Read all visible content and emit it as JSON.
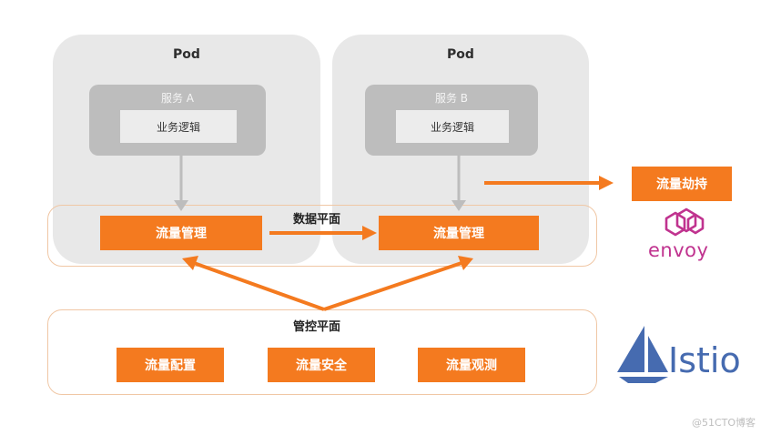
{
  "pods": [
    {
      "title": "Pod",
      "service": "服务 A",
      "logic": "业务逻辑",
      "traffic": "流量管理"
    },
    {
      "title": "Pod",
      "service": "服务 B",
      "logic": "业务逻辑",
      "traffic": "流量管理"
    }
  ],
  "data_plane": {
    "label": "数据平面"
  },
  "control_plane": {
    "label": "管控平面",
    "items": [
      "流量配置",
      "流量安全",
      "流量观测"
    ]
  },
  "hijack": {
    "label": "流量劫持"
  },
  "logos": {
    "envoy": "envoy",
    "istio": "Istio"
  },
  "watermark": "@51CTO博客",
  "colors": {
    "accent": "#f47a1f",
    "plane_border": "#f0c7a5",
    "pod_bg": "#e8e8e8",
    "service_bg": "#bdbdbd",
    "envoy": "#c0338f",
    "istio": "#466bb0"
  }
}
